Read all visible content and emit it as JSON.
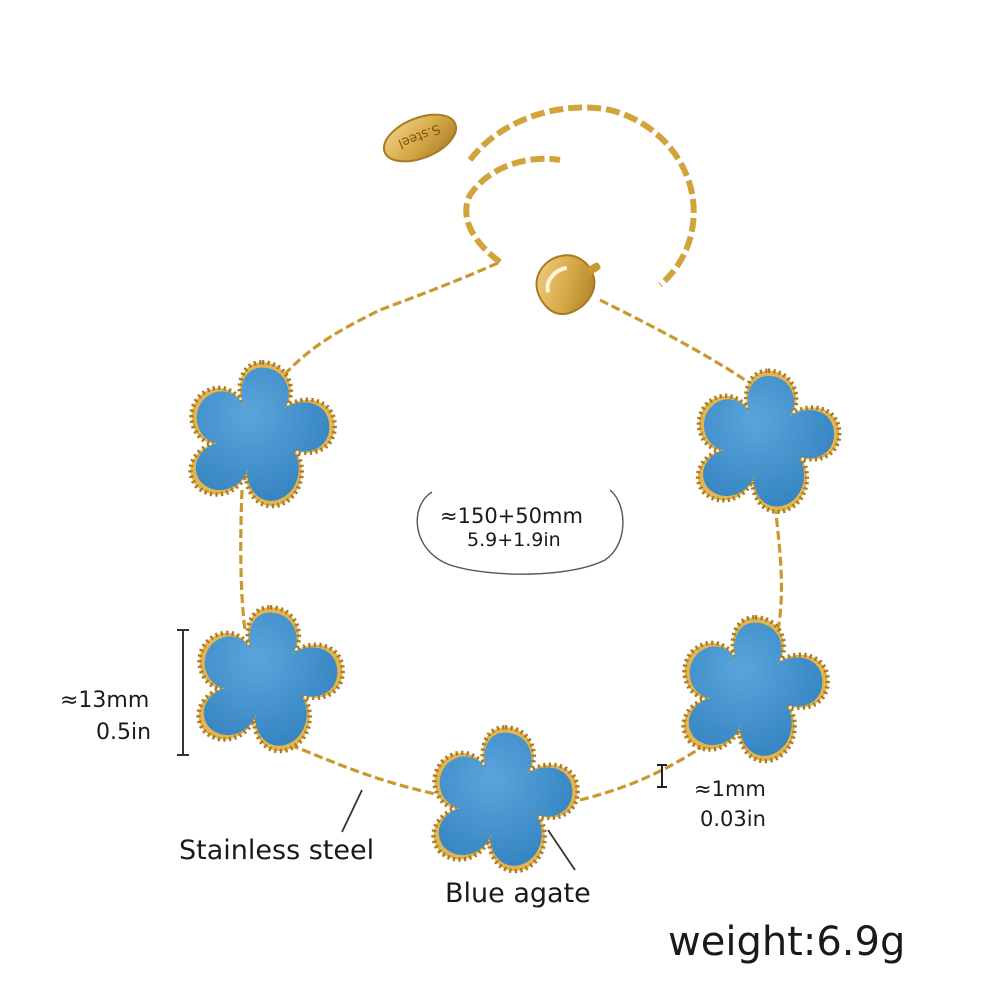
{
  "product": {
    "tag_engraving": "S.steel",
    "length_mm": "≈150+50mm",
    "length_in": "5.9+1.9in",
    "charm_size_mm": "≈13mm",
    "charm_size_in": "0.5in",
    "chain_thickness_mm": "≈1mm",
    "chain_thickness_in": "0.03in",
    "material_label": "Stainless steel",
    "stone_label": "Blue agate",
    "weight_label": "weight:6.9g"
  },
  "colors": {
    "gold": "#d8ab4a",
    "gold_dark": "#a87a22",
    "gold_light": "#f3d58a",
    "stone_blue": "#3d8ec9",
    "stone_blue_light": "#5aa5dc",
    "text": "#1a1a1a"
  },
  "icons": {
    "flower_charm": "five-petal-clover-icon",
    "clasp": "lobster-clasp-icon",
    "tag": "oval-tag-icon"
  }
}
